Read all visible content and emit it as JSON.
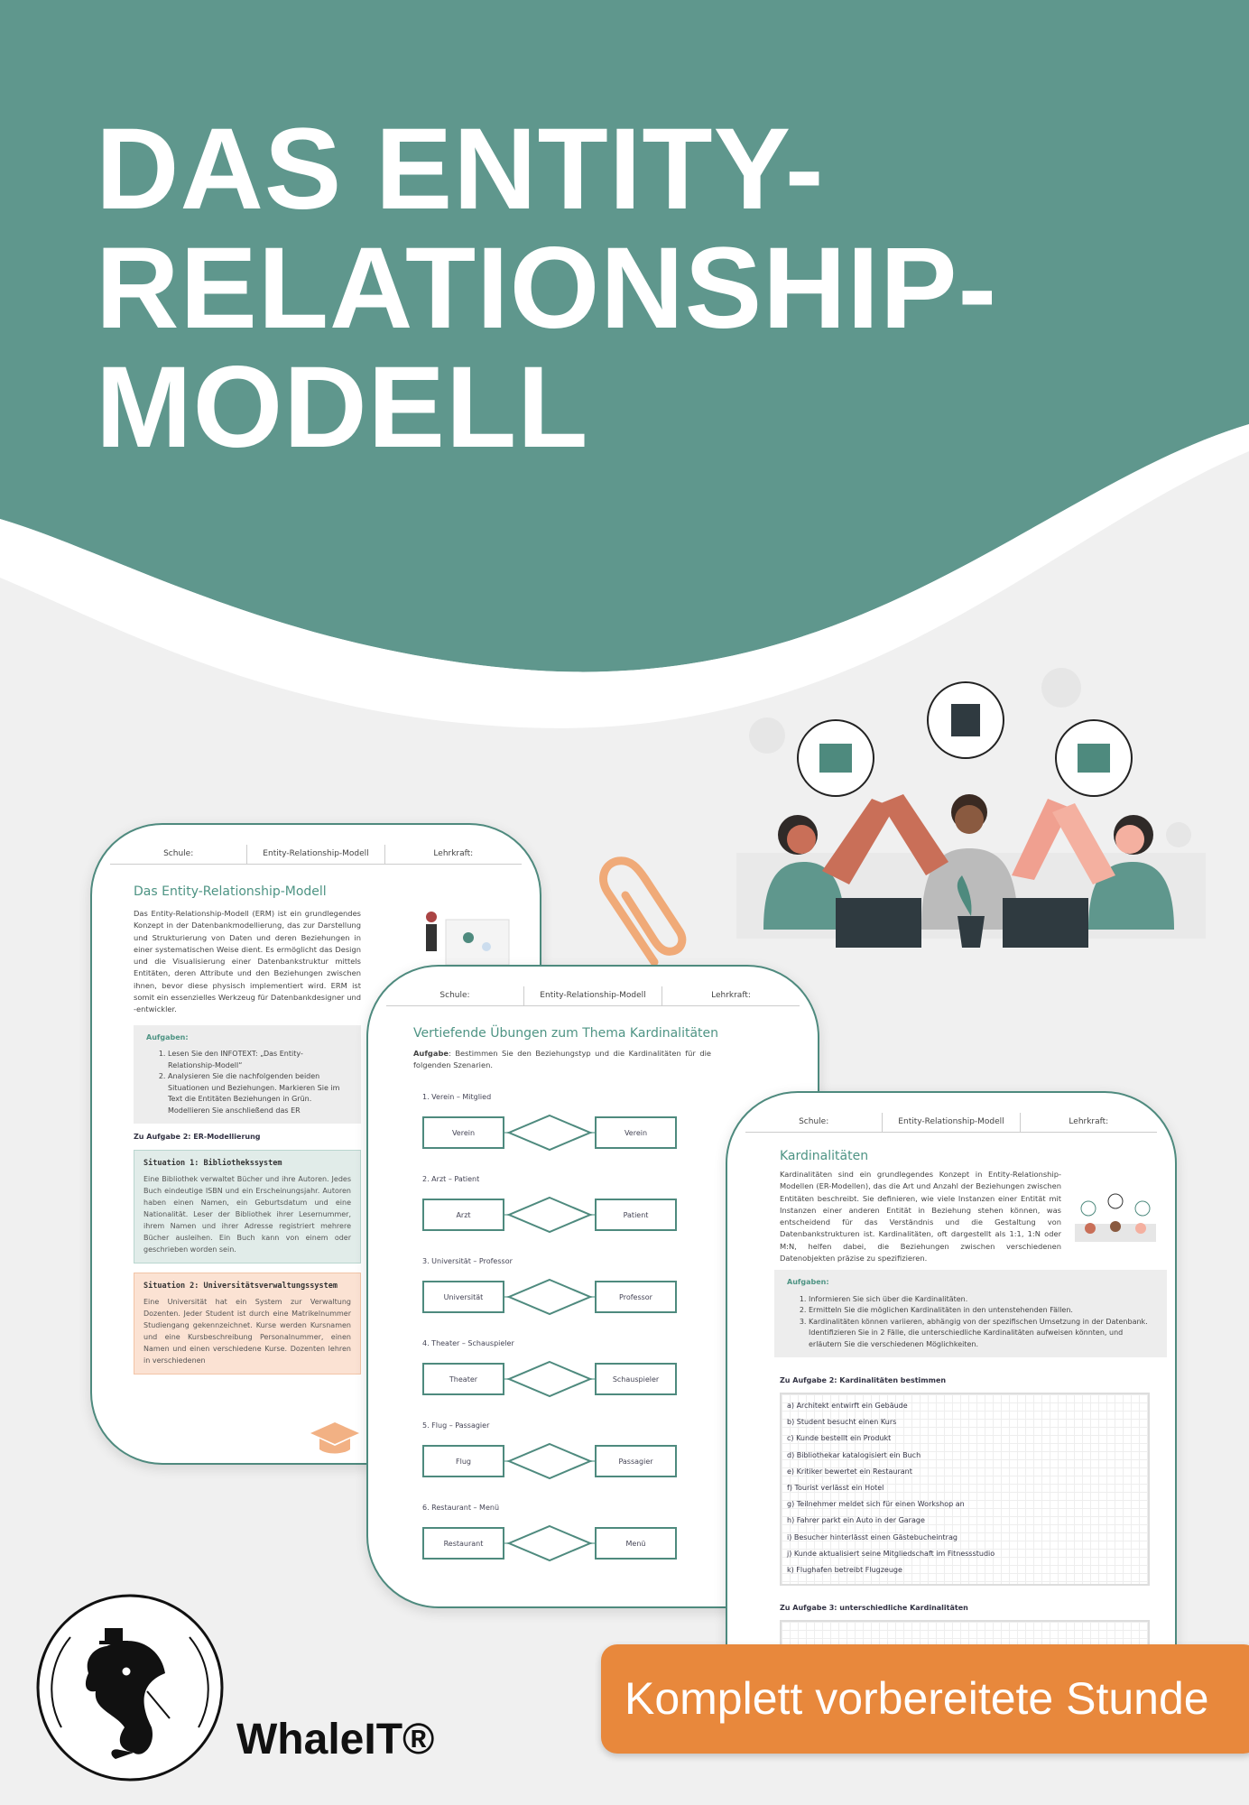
{
  "hero": {
    "title_lines": [
      "DAS ENTITY-",
      "RELATIONSHIP-",
      "MODELL"
    ],
    "color": "#5f978d"
  },
  "doc_header": {
    "school": "Schule:",
    "subject": "Entity-Relationship-Modell",
    "teacher": "Lehrkraft:"
  },
  "doc1": {
    "title": "Das Entity-Relationship-Modell",
    "intro": "Das Entity-Relationship-Modell (ERM) ist ein grundlegendes Konzept in der Datenbankmodellierung, das zur Darstellung und Strukturierung von Daten und deren Beziehungen in einer systematischen Weise dient. Es ermöglicht das Design und die Visualisierung einer Datenbankstruktur mittels Entitäten, deren Attribute und den Beziehungen zwischen ihnen, bevor diese physisch implementiert wird. ERM ist somit ein essenzielles Werkzeug für Datenbankdesigner und -entwickler.",
    "tasks_label": "Aufgaben:",
    "tasks": [
      "Lesen Sie den INFOTEXT: „Das Entity-Relationship-Modell“",
      "Analysieren Sie die nachfolgenden beiden Situationen und Beziehungen. Markieren Sie im Text die Entitäten Beziehungen in Grün. Modellieren Sie anschließend das ER"
    ],
    "section": "Zu Aufgabe 2: ER-Modellierung",
    "situation1_title": "Situation 1: Bibliothekssystem",
    "situation1_text": "Eine Bibliothek verwaltet Bücher und ihre Autoren. Jedes Buch eindeutige ISBN und ein Erscheinungsjahr. Autoren haben einen Namen, ein Geburtsdatum und eine Nationalität. Leser der Bibliothek ihrer Lesernummer, ihrem Namen und ihrer Adresse registriert mehrere Bücher ausleihen. Ein Buch kann von einem oder geschrieben worden sein.",
    "situation2_title": "Situation 2: Universitätsverwaltungssystem",
    "situation2_text": "Eine Universität hat ein System zur Verwaltung Dozenten. Jeder Student ist durch eine Matrikelnummer Studiengang gekennzeichnet. Kurse werden Kursnamen und eine Kursbeschreibung Personalnummer, einen Namen und einen verschiedene Kurse. Dozenten lehren in verschiedenen"
  },
  "doc2": {
    "title": "Vertiefende Übungen zum Thema Kardinalitäten",
    "task_label": "Aufgabe",
    "task_text": ": Bestimmen Sie den Beziehungstyp und die Kardinalitäten für die folgenden Szenarien.",
    "items": [
      {
        "label": "1.   Verein – Mitglied",
        "left": "Verein",
        "right": "Verein"
      },
      {
        "label": "2.   Arzt – Patient",
        "left": "Arzt",
        "right": "Patient"
      },
      {
        "label": "3.   Universität – Professor",
        "left": "Universität",
        "right": "Professor"
      },
      {
        "label": "4.   Theater – Schauspieler",
        "left": "Theater",
        "right": "Schauspieler"
      },
      {
        "label": "5.   Flug – Passagier",
        "left": "Flug",
        "right": "Passagier"
      },
      {
        "label": "6.   Restaurant – Menü",
        "left": "Restaurant",
        "right": "Menü"
      }
    ]
  },
  "doc3": {
    "title": "Kardinalitäten",
    "intro": "Kardinalitäten sind ein grundlegendes Konzept in Entity-Relationship-Modellen (ER-Modellen), das die Art und Anzahl der Beziehungen zwischen Entitäten beschreibt. Sie definieren, wie viele Instanzen einer Entität mit Instanzen einer anderen Entität in Beziehung stehen können, was entscheidend für das Verständnis und die Gestaltung von Datenbankstrukturen ist. Kardinalitäten, oft dargestellt als 1:1, 1:N oder M:N, helfen dabei, die Beziehungen zwischen verschiedenen Datenobjekten präzise zu spezifizieren.",
    "tasks_label": "Aufgaben:",
    "tasks": [
      "Informieren Sie sich über die Kardinalitäten.",
      "Ermitteln Sie die möglichen Kardinalitäten in den untenstehenden Fällen.",
      "Kardinalitäten können variieren, abhängig von der spezifischen Umsetzung in der Datenbank. Identifizieren Sie in 2 Fälle, die unterschiedliche Kardinalitäten aufweisen könnten, und erläutern Sie die verschiedenen Möglichkeiten."
    ],
    "section2": "Zu Aufgabe 2: Kardinalitäten bestimmen",
    "cases": [
      "a) Architekt entwirft ein Gebäude",
      "b) Student besucht einen Kurs",
      "c) Kunde bestellt ein Produkt",
      "d) Bibliothekar katalogisiert ein Buch",
      "e) Kritiker bewertet ein Restaurant",
      "f) Tourist verlässt ein Hotel",
      "g) Teilnehmer meldet sich für einen Workshop an",
      "h) Fahrer parkt ein Auto in der Garage",
      "i) Besucher hinterlässt einen Gästebucheintrag",
      "j) Kunde aktualisiert seine Mitgliedschaft im Fitnessstudio",
      "k) Flughafen betreibt Flugzeuge"
    ],
    "section3": "Zu Aufgabe 3: unterschiedliche Kardinalitäten"
  },
  "cta": {
    "label": "Komplett vorbereitete Stunde",
    "color": "#e8883c"
  },
  "brand": {
    "name": "WhaleIT®"
  }
}
